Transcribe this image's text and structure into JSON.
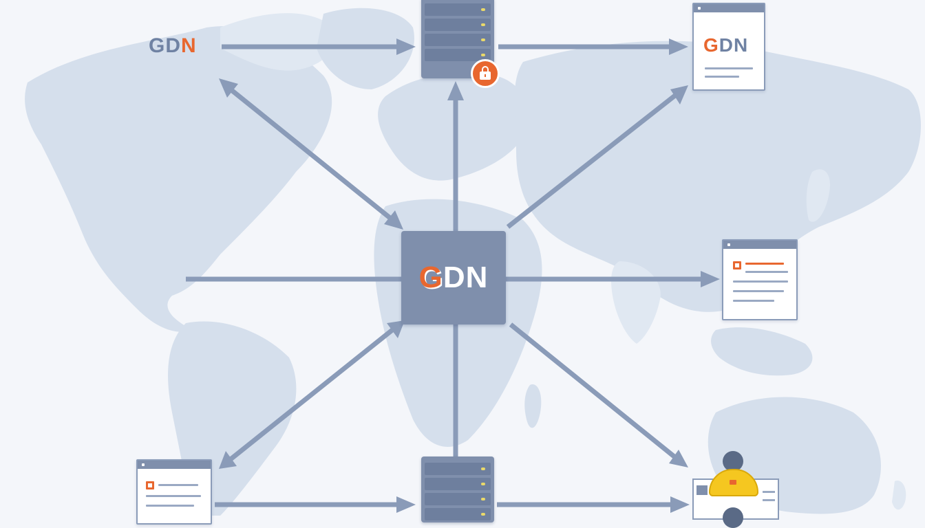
{
  "hub": {
    "logo_g": "G",
    "logo_rest": "DN"
  },
  "top_left_logo": {
    "g": "G",
    "d": "D",
    "n": "N"
  },
  "top_right_doc_logo": {
    "g": "G",
    "rest": "DN"
  },
  "colors": {
    "accent": "#e8672f",
    "node_fill": "#7f8fac",
    "arrow": "#8a9bb8",
    "map": "#d5dfec",
    "background": "#f4f6fa",
    "user": "#f5c720"
  },
  "icons": {
    "lock": "lock-icon",
    "server": "server-icon",
    "document": "document-icon",
    "user": "user-icon"
  }
}
